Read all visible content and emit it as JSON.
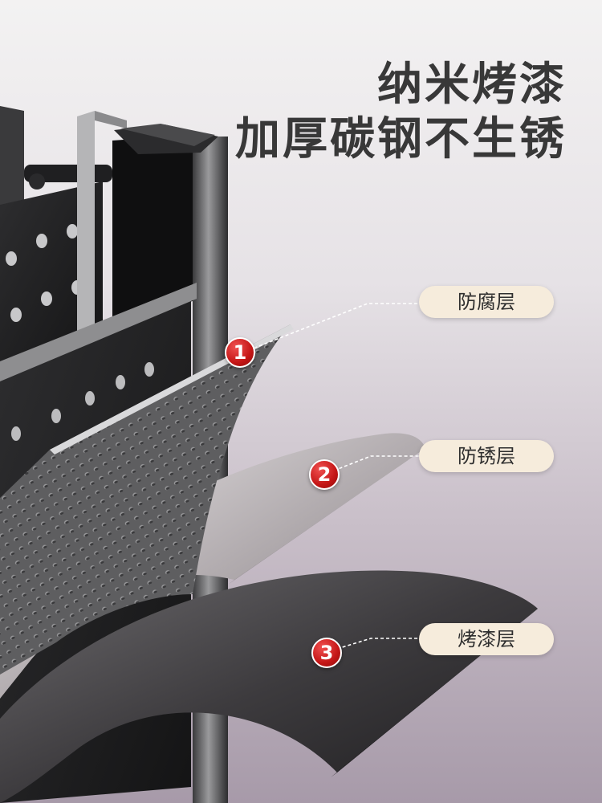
{
  "headline": {
    "line1": "纳米烤漆",
    "line2": "加厚碳钢不生锈"
  },
  "layers": [
    {
      "number": "1",
      "label": "防腐层"
    },
    {
      "number": "2",
      "label": "防锈层"
    },
    {
      "number": "3",
      "label": "烤漆层"
    }
  ],
  "colors": {
    "badge_red": "#c41616",
    "pill_bg": "#f6ecdc",
    "headline_text": "#383838"
  }
}
